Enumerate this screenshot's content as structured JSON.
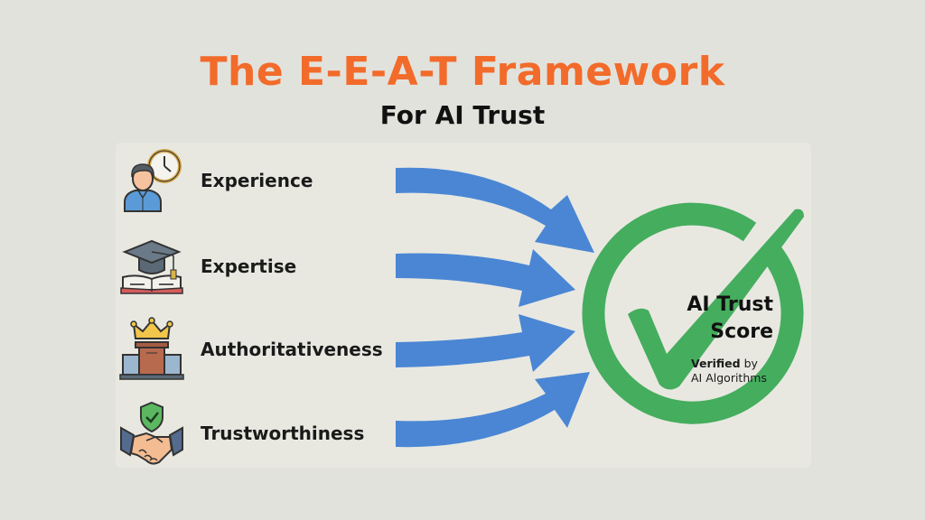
{
  "header": {
    "title": "The E-E-A-T Framework",
    "subtitle": "For AI Trust"
  },
  "pillars": [
    {
      "label": "Experience",
      "icon": "person-clock-icon"
    },
    {
      "label": "Expertise",
      "icon": "graduation-cap-book-icon"
    },
    {
      "label": "Authoritativeness",
      "icon": "crown-podium-icon"
    },
    {
      "label": "Trustworthiness",
      "icon": "handshake-shield-icon"
    }
  ],
  "result": {
    "title_line1": "AI Trust",
    "title_line2": "Score",
    "verified_bold": "Verified",
    "verified_rest": " by",
    "verified_line2": "AI Algorithms",
    "icon": "green-checkmark-circle-icon"
  },
  "colors": {
    "title": "#f26b2a",
    "arrow": "#4a86d4",
    "check": "#45ad5e",
    "background": "#e2e2dc"
  }
}
